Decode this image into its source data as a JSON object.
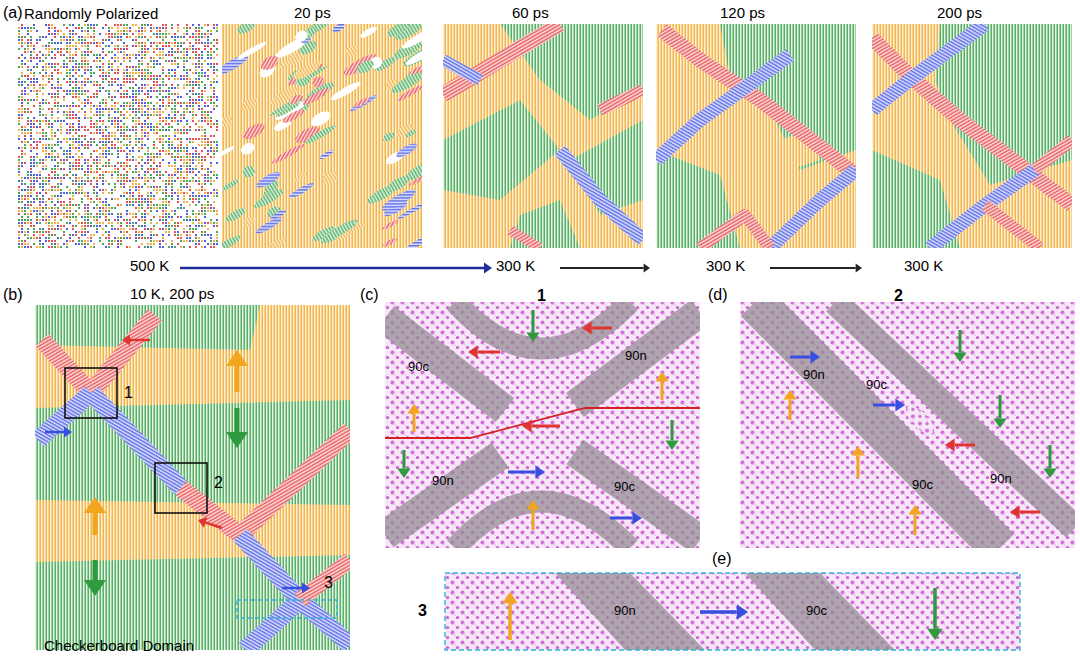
{
  "diagram": {
    "labels": [
      "(a)",
      "Randomly Polarized",
      "20 ps",
      "60 ps",
      "120 ps",
      "200 ps",
      "500 K",
      "300 K",
      "300 K",
      "300 K",
      "(b)",
      "10 K, 200 ps",
      "1",
      "2",
      "3",
      "Checkerboard Domain",
      "(c)",
      "1",
      "90c",
      "90n",
      "90n",
      "90c",
      "(d)",
      "2",
      "90n",
      "90c",
      "90c",
      "90n",
      "(e)",
      "3",
      "90n",
      "90c"
    ]
  }
}
